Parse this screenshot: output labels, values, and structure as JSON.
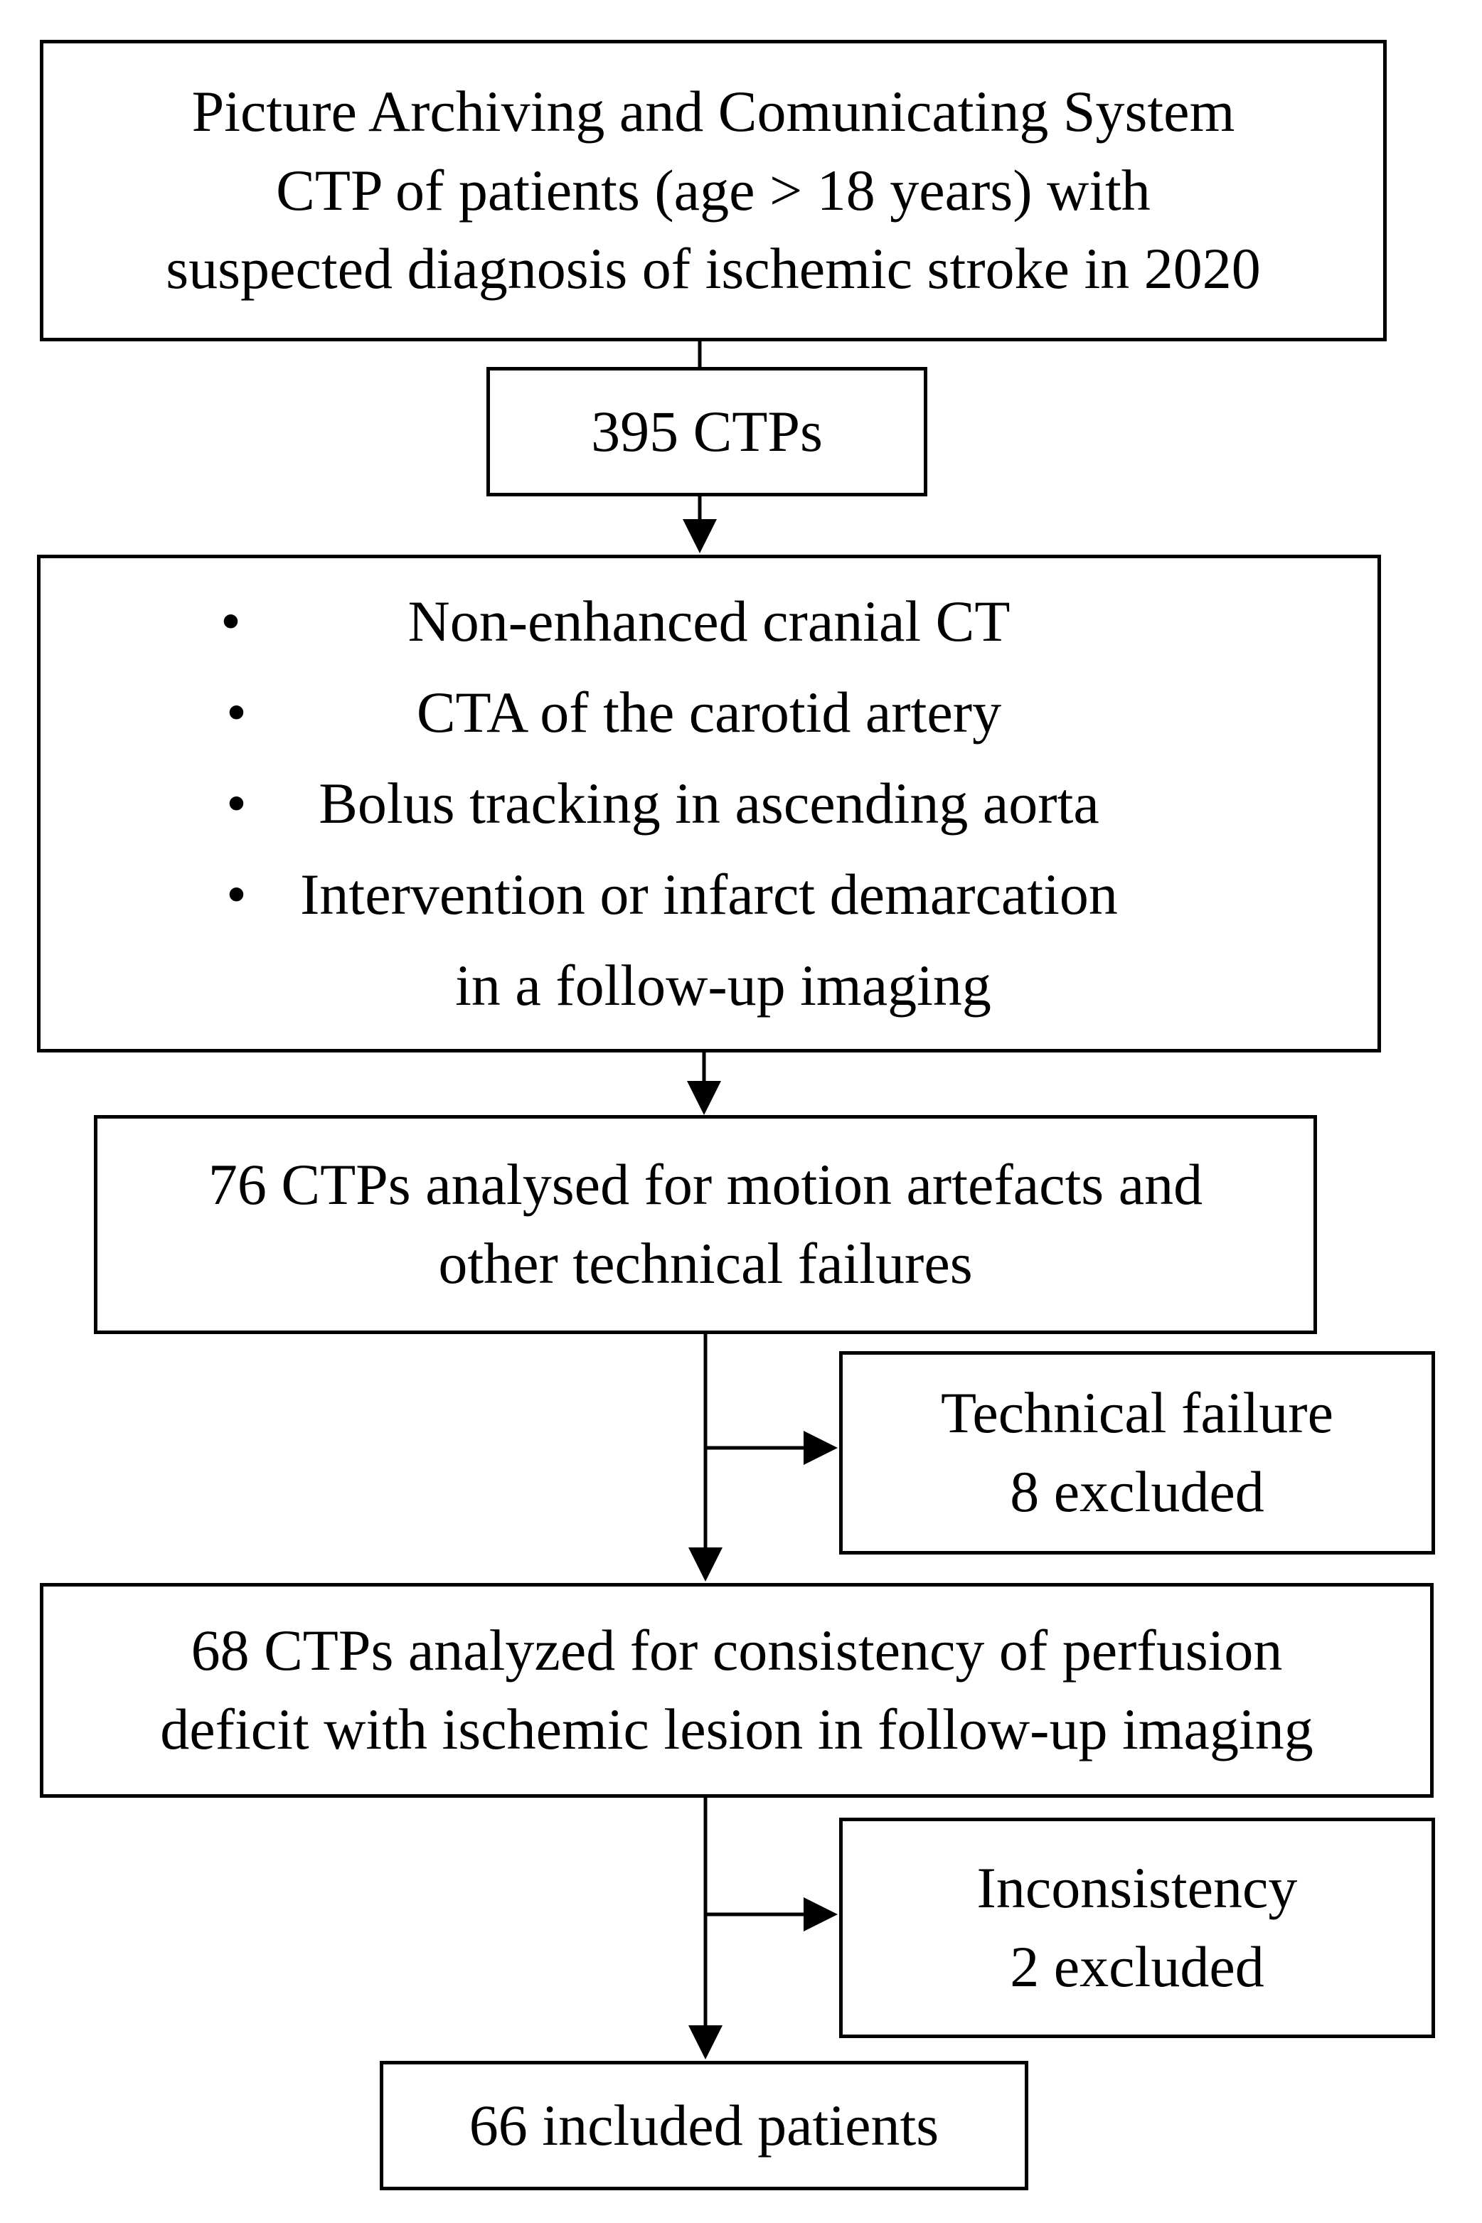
{
  "boxes": {
    "source": {
      "lines": [
        "Picture Archiving and Comunicating System",
        "CTP of patients (age > 18 years) with",
        "suspected diagnosis of ischemic stroke in 2020"
      ]
    },
    "ctp_count": {
      "text": "395 CTPs"
    },
    "criteria": {
      "bullet_glyph": "•",
      "items": [
        "Non-enhanced cranial CT",
        "CTA of the carotid artery",
        "Bolus tracking in ascending aorta",
        "Intervention or infarct demarcation"
      ],
      "continuation": "in a follow-up imaging"
    },
    "motion_analysis": {
      "lines": [
        "76 CTPs analysed for motion artefacts and",
        "other technical failures"
      ]
    },
    "technical_exclusion": {
      "lines": [
        "Technical failure",
        "8 excluded"
      ]
    },
    "consistency_analysis": {
      "lines": [
        "68 CTPs analyzed for consistency of perfusion",
        "deficit with ischemic lesion in follow-up imaging"
      ]
    },
    "inconsistency_exclusion": {
      "lines": [
        "Inconsistency",
        "2 excluded"
      ]
    },
    "included": {
      "text": "66 included patients"
    }
  }
}
